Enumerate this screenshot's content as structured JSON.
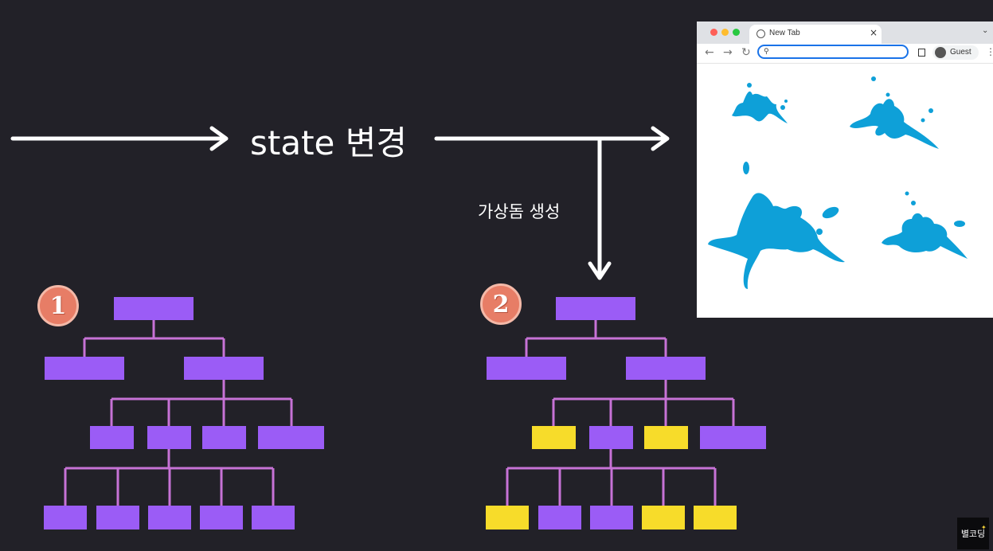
{
  "title": "state 변경",
  "vdom_label": "가상돔 생성",
  "badges": {
    "first": "1",
    "second": "2"
  },
  "colors": {
    "background": "#222128",
    "node": "#9b5cf6",
    "changed_node": "#f7dc2a",
    "connector": "#c772d6",
    "arrow": "#ffffff",
    "splash": "#0ea0d8",
    "badge": "#e77d66"
  },
  "browser": {
    "tab_title": "New Tab",
    "tab_close": "×",
    "profile": "Guest"
  },
  "trees": [
    {
      "id": "tree-1",
      "changed": []
    },
    {
      "id": "tree-2",
      "changed": [
        "l3-1",
        "l3-3",
        "l4-1",
        "l4-4",
        "l4-5"
      ]
    }
  ],
  "logo": {
    "text": "별코딩"
  }
}
